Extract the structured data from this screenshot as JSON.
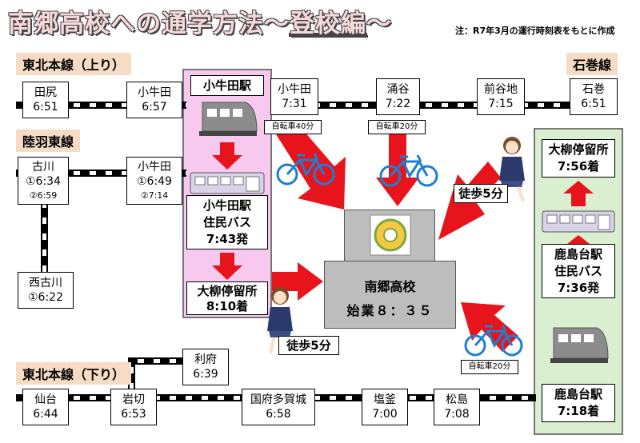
{
  "title": {
    "main": "南郷高校への通学方法～",
    "underlined": "登校編",
    "tail": "～"
  },
  "note": "注：R7年3月の運行時刻表をもとに作成",
  "lines": {
    "tohoku_up": "東北本線（上り）",
    "rikuu": "陸羽東線",
    "ishinomaki": "石巻線",
    "tohoku_down": "東北本線（下り）"
  },
  "stations": {
    "tajiri": {
      "name": "田尻",
      "time": "6:51"
    },
    "kogota_up": {
      "name": "小牛田",
      "time": "6:57"
    },
    "kogota_ishi": {
      "name": "小牛田",
      "time": "7:31"
    },
    "wakuya": {
      "name": "涌谷",
      "time": "7:22"
    },
    "maeyachi": {
      "name": "前谷地",
      "time": "7:15"
    },
    "ishinomaki": {
      "name": "石巻",
      "time": "6:51"
    },
    "furukawa": {
      "name": "古川",
      "time1": "①6:34",
      "time2": "②6:59"
    },
    "kogota_rikuu": {
      "name": "小牛田",
      "time1": "①6:49",
      "time2": "②7:14"
    },
    "nishifurukawa": {
      "name": "西古川",
      "time": "①6:22"
    },
    "rifu": {
      "name": "利府",
      "time": "6:39"
    },
    "sendai": {
      "name": "仙台",
      "time": "6:44"
    },
    "iwakiri": {
      "name": "岩切",
      "time": "6:53"
    },
    "kokufutagajo": {
      "name": "国府多賀城",
      "time": "6:58"
    },
    "shiogama": {
      "name": "塩釜",
      "time": "7:00"
    },
    "matsushima": {
      "name": "松島",
      "time": "7:08"
    }
  },
  "pink_route": {
    "station": "小牛田駅",
    "bus_stop": {
      "line1": "小牛田駅",
      "line2": "住民バス",
      "line3": "7:43発"
    },
    "arrive": {
      "line1": "大柳停留所",
      "line2": "8:10着"
    }
  },
  "green_route": {
    "arrive": {
      "line1": "大柳停留所",
      "line2": "7:56着"
    },
    "bus_stop": {
      "line1": "鹿島台駅",
      "line2": "住民バス",
      "line3": "7:36発"
    },
    "train": {
      "line1": "鹿島台駅",
      "line2": "7:18着"
    }
  },
  "callouts": {
    "bike40": "自転車40分",
    "bike20_top": "自転車20分",
    "bike20_bottom": "自転車20分",
    "walk5_right": "徒歩5分",
    "walk5_left": "徒歩5分"
  },
  "school": {
    "name": "南郷高校",
    "start": "始業８：３５"
  },
  "colors": {
    "pink_panel": "#f7c9ee",
    "green_panel": "#d9efcf",
    "arrow": "#e8141c",
    "line_label_bg": "#f7dcc5",
    "school_gray": "#bdbdbd"
  }
}
